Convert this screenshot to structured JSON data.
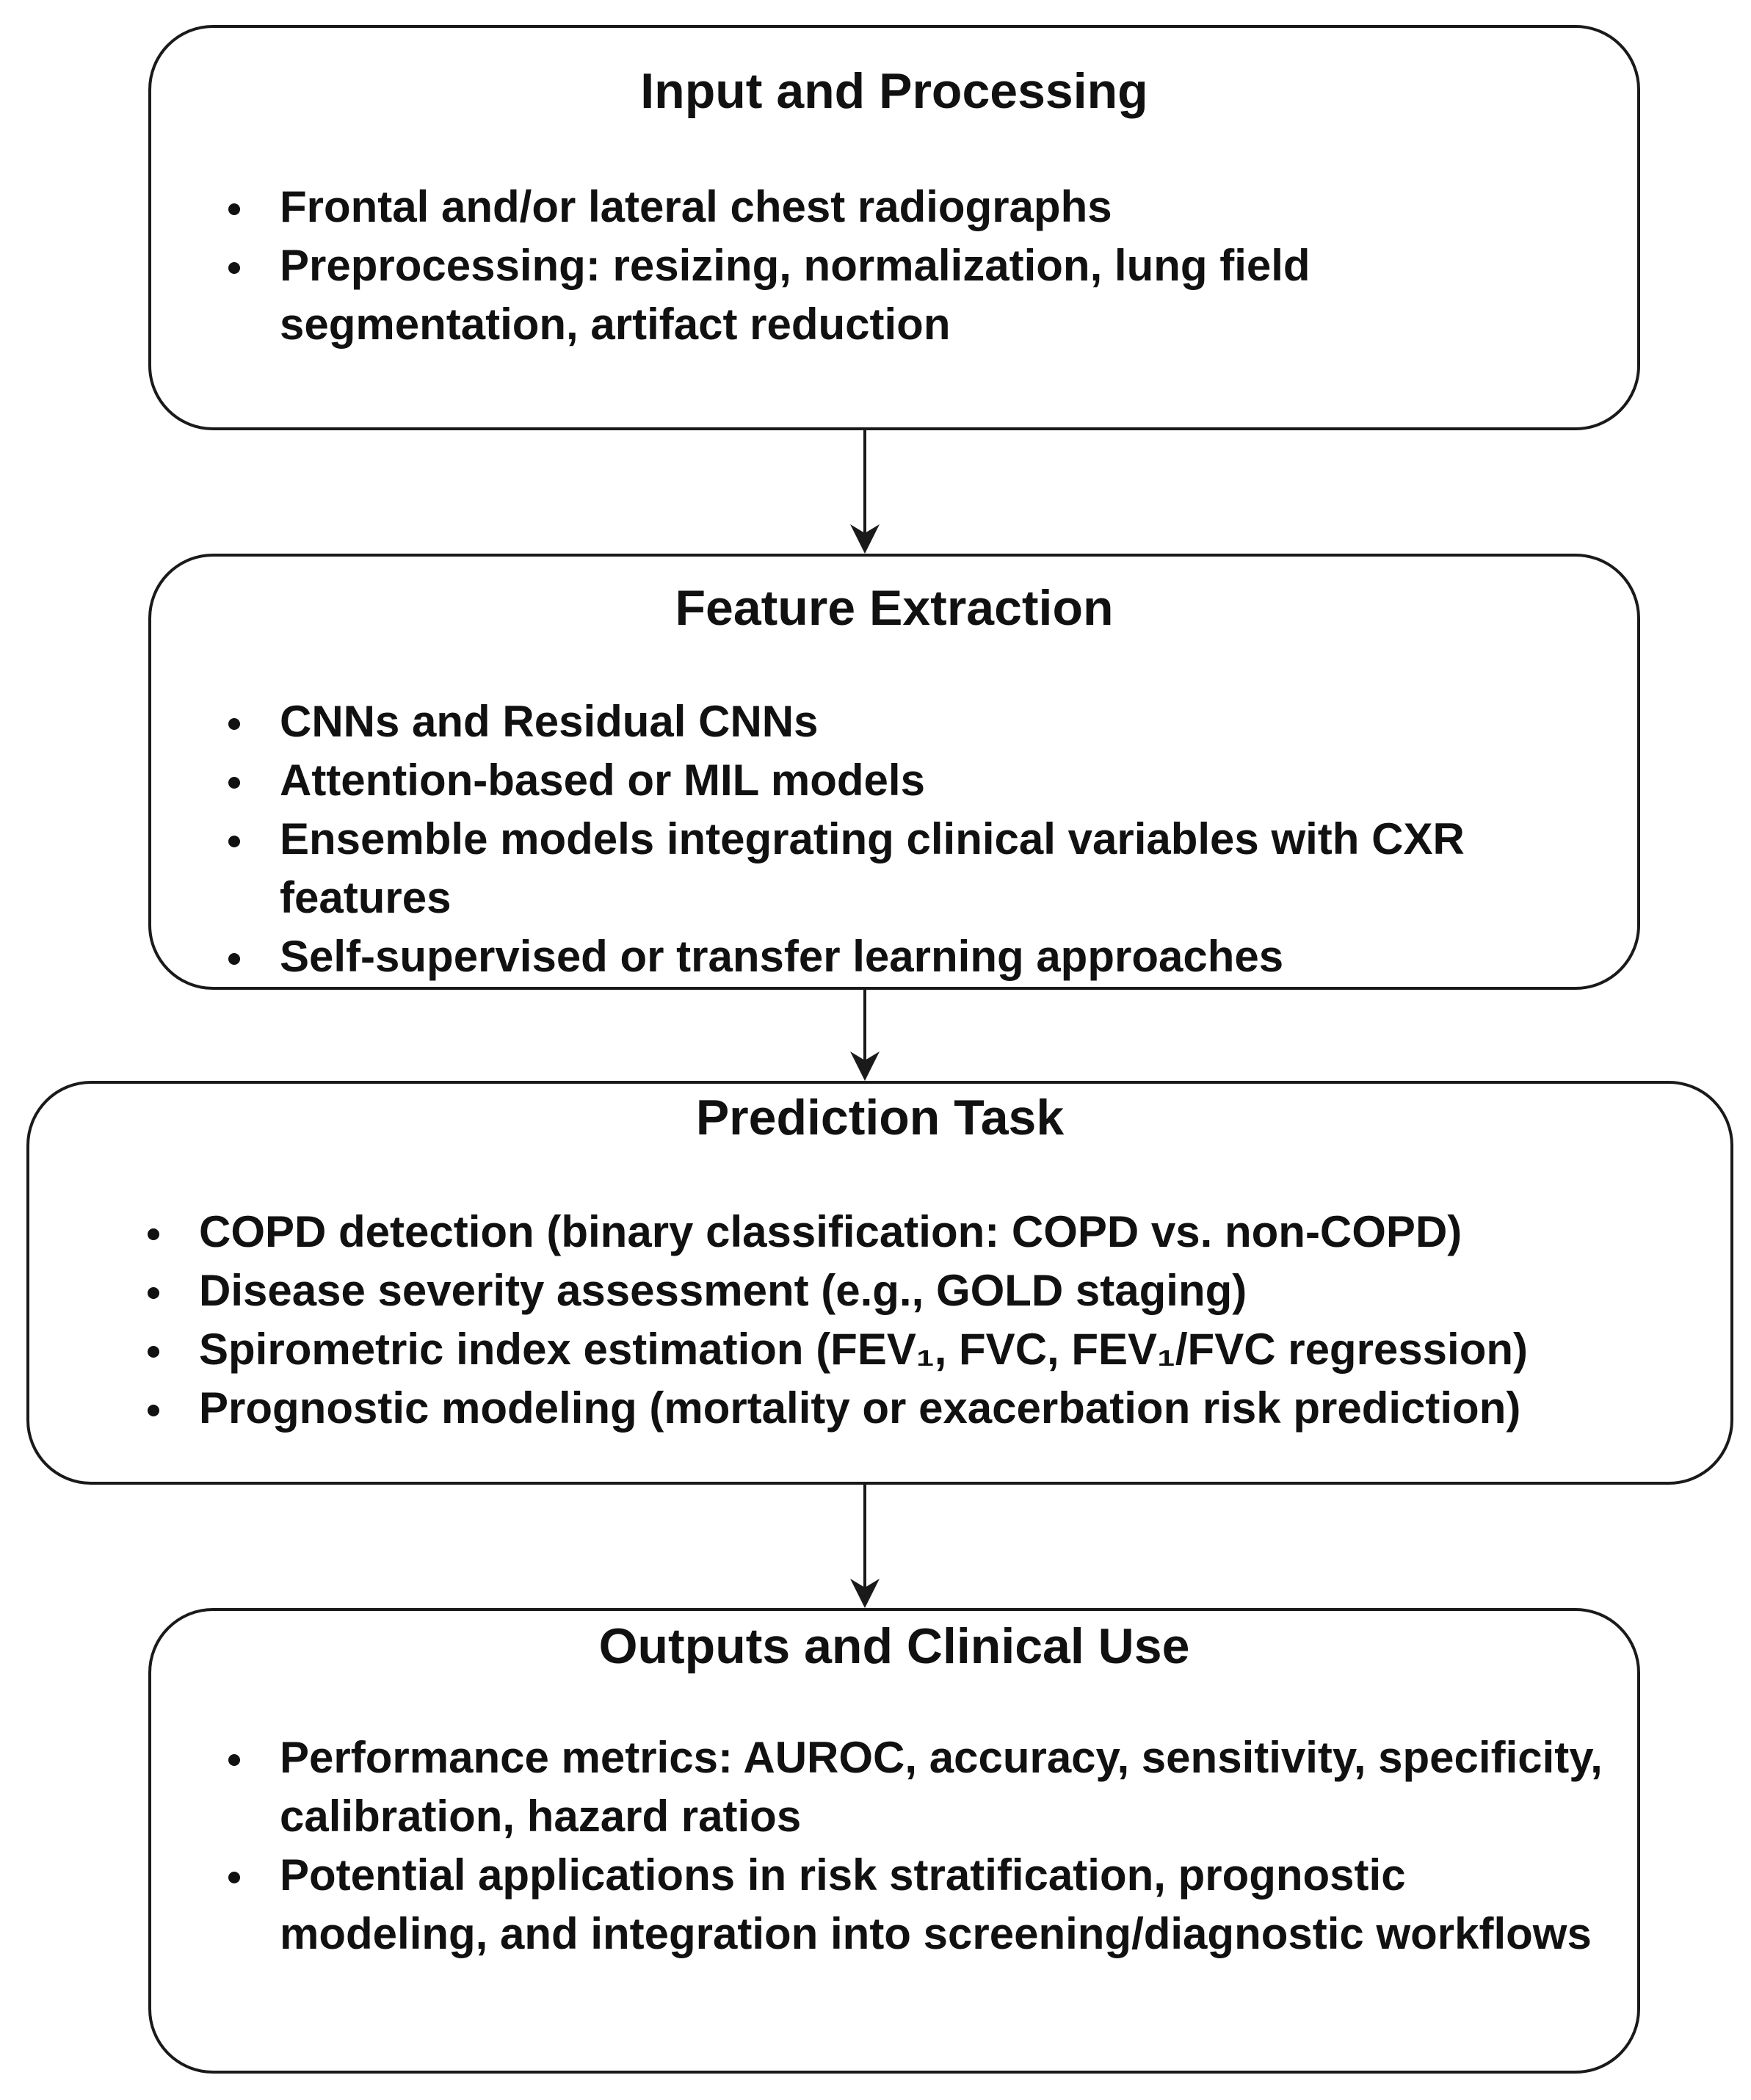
{
  "boxes": [
    {
      "title": "Input and Processing",
      "items": [
        "Frontal and/or lateral chest radiographs",
        "Preprocessing: resizing, normalization, lung field segmentation, artifact reduction"
      ]
    },
    {
      "title": "Feature Extraction",
      "items": [
        "CNNs and Residual CNNs",
        "Attention-based or MIL models",
        "Ensemble models integrating clinical variables with CXR features",
        "Self-supervised or transfer learning approaches"
      ]
    },
    {
      "title": "Prediction Task",
      "items": [
        "COPD detection (binary classification: COPD vs. non-COPD)",
        "Disease severity assessment (e.g., GOLD staging)",
        "Spirometric index estimation (FEV₁, FVC, FEV₁/FVC regression)",
        "Prognostic modeling (mortality or exacerbation risk prediction)"
      ]
    },
    {
      "title": "Outputs and Clinical Use",
      "items": [
        "Performance metrics: AUROC, accuracy, sensitivity, specificity, calibration, hazard ratios",
        "Potential applications in risk stratification, prognostic modeling, and integration into screening/diagnostic workflows"
      ]
    }
  ],
  "colors": {
    "border": "#1a1a1a",
    "text": "#111111",
    "background": "#ffffff"
  }
}
